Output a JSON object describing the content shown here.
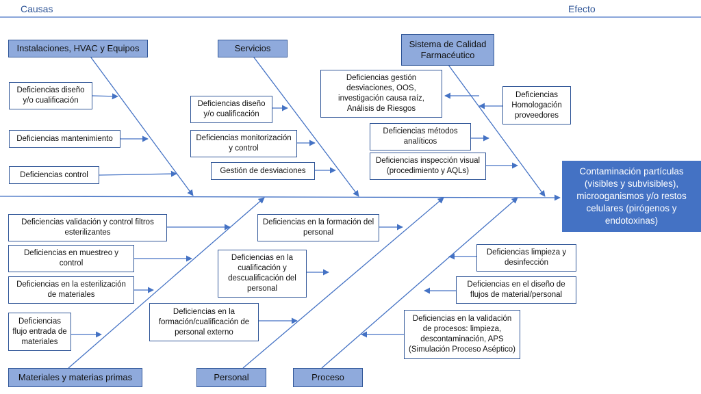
{
  "header": {
    "causes_label": "Causas",
    "effect_label": "Efecto"
  },
  "effect": "Contaminación partículas (visibles y subvisibles), microoganismos y/o restos celulares (pirógenos y endotoxinas)",
  "categories": {
    "instalaciones": "Instalaciones, HVAC y Equipos",
    "servicios": "Servicios",
    "calidad": "Sistema de Calidad Farmacéutico",
    "materiales": "Materiales y materias primas",
    "personal": "Personal",
    "proceso": "Proceso"
  },
  "causes": {
    "inst_diseno": "Deficiencias diseño y/o cualificación",
    "inst_mantenimiento": "Deficiencias mantenimiento",
    "inst_control": "Deficiencias control",
    "serv_diseno": "Deficiencias diseño y/o cualificación",
    "serv_monitorizacion": "Deficiencias monitorización y control",
    "serv_desviaciones": "Gestión de desviaciones",
    "cal_gestion": "Deficiencias gestión desviaciones, OOS, investigación causa raíz, Análisis de Riesgos",
    "cal_homologacion": "Deficiencias Homologación proveedores",
    "cal_metodos": "Deficiencias métodos analíticos",
    "cal_inspeccion": "Deficiencias inspección visual (procedimiento y AQLs)",
    "mat_validacion": "Deficiencias validación y control filtros esterilizantes",
    "mat_muestreo": "Deficiencias en muestreo y control",
    "mat_esterilizacion": "Deficiencias en la esterilización de materiales",
    "mat_flujo": "Deficiencias flujo entrada de materiales",
    "pers_formacion": "Deficiencias en la formación del personal",
    "pers_cualificacion": "Deficiencias en la cualificación y descualificación del personal",
    "pers_externo": "Deficiencias en la formación/cualificación de personal externo",
    "proc_limpieza": "Deficiencias limpieza y desinfección",
    "proc_diseno": "Deficiencias en el diseño de flujos de material/personal",
    "proc_validacion": "Deficiencias en la validación de procesos: limpieza, descontaminación, APS (Simulación Proceso Aséptico)"
  },
  "colors": {
    "line": "#4472C4",
    "category_fill": "#8FAADC",
    "effect_fill": "#4472C4",
    "header_text": "#2F5597"
  }
}
